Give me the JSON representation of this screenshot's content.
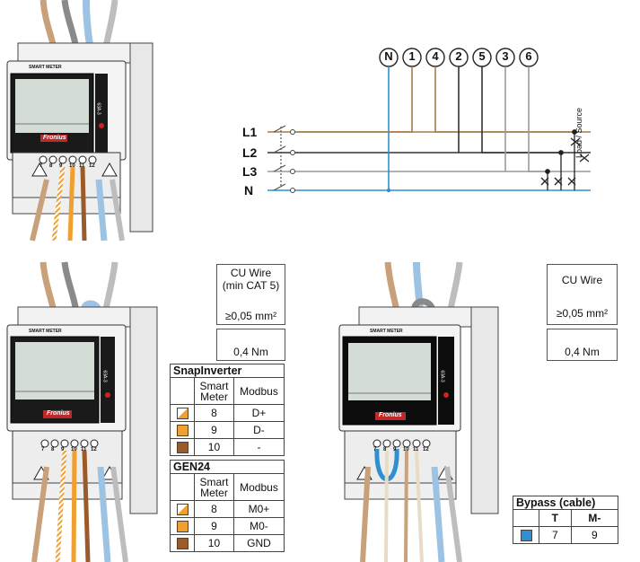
{
  "meter_face": {
    "label": "SMART METER",
    "brand": "Fronius",
    "model": "63A-3"
  },
  "terminal_numbers": [
    "7",
    "8",
    "9",
    "10",
    "11",
    "12"
  ],
  "schematic": {
    "terminals": [
      "N",
      "1",
      "4",
      "2",
      "5",
      "3",
      "6"
    ],
    "lines": [
      "L1",
      "L2",
      "L3",
      "N"
    ],
    "side_label": "Load / Source",
    "colors": {
      "L1": "#a87a4a",
      "L2": "#333333",
      "L3": "#9a9a9a",
      "N": "#2f8fd0"
    }
  },
  "wire_spec_left": {
    "title_line1": "CU Wire",
    "title_line2": "(min CAT 5)",
    "cross_section": "≥0,05 mm²",
    "torque": "0,4 Nm"
  },
  "wire_spec_right": {
    "title": "CU Wire",
    "cross_section": "≥0,05 mm²",
    "torque": "0,4 Nm"
  },
  "snapinverter": {
    "title": "SnapInverter",
    "col_meter": [
      "Smart",
      "Meter"
    ],
    "col_modbus": "Modbus",
    "rows": [
      {
        "meter": "8",
        "modbus": "D+",
        "color": "#f0a030",
        "striped": true
      },
      {
        "meter": "9",
        "modbus": "D-",
        "color": "#f0a030",
        "striped": false
      },
      {
        "meter": "10",
        "modbus": "-",
        "color": "#9a5a2a",
        "striped": false
      }
    ]
  },
  "gen24": {
    "title": "GEN24",
    "col_meter": [
      "Smart",
      "Meter"
    ],
    "col_modbus": "Modbus",
    "rows": [
      {
        "meter": "8",
        "modbus": "M0+",
        "color": "#f0a030",
        "striped": true
      },
      {
        "meter": "9",
        "modbus": "M0-",
        "color": "#f0a030",
        "striped": false
      },
      {
        "meter": "10",
        "modbus": "GND",
        "color": "#9a5a2a",
        "striped": false
      }
    ]
  },
  "bypass": {
    "title": "Bypass (cable)",
    "col_t": "T",
    "col_m": "M-",
    "row": {
      "t": "7",
      "m": "9",
      "color": "#2f8fd0"
    }
  }
}
